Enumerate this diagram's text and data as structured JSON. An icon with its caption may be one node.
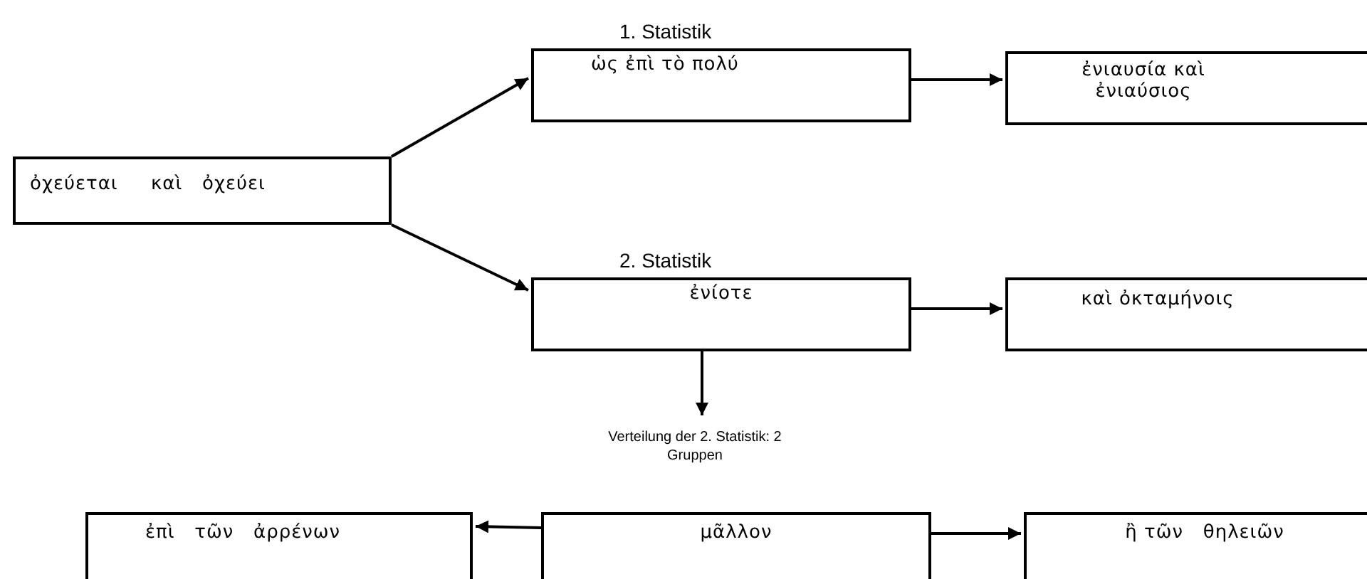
{
  "diagram": {
    "nodes": [
      {
        "text": [
          "ὀχεύεται     καὶ   ὀχεύει"
        ]
      },
      {
        "text": [
          "1. Statistik",
          "ὡς ἐπὶ τὸ πολύ"
        ]
      },
      {
        "text": [
          "ἐνιαυσία καὶ ἐνιαύσιος"
        ]
      },
      {
        "text": [
          "2. Statistik",
          "ἐνίοτε"
        ]
      },
      {
        "text": [
          "καὶ ὀκταμήνοις"
        ]
      },
      {
        "text": [
          "Verteilung der 2. Statistik:  2 Gruppen"
        ]
      },
      {
        "text": [
          "ἐπὶ   τῶν   ἀρρένων"
        ]
      },
      {
        "text": [
          "μᾶλλον"
        ]
      },
      {
        "text": [
          "ἢ τῶν   θηλειῶν"
        ]
      }
    ],
    "edges": [
      {
        "from": 0,
        "to": 1,
        "arrow": "to"
      },
      {
        "from": 0,
        "to": 3,
        "arrow": "to"
      },
      {
        "from": 1,
        "to": 2,
        "arrow": "to"
      },
      {
        "from": 3,
        "to": 4,
        "arrow": "to"
      },
      {
        "from": 3,
        "to": 5,
        "arrow": "to"
      },
      {
        "from": 7,
        "to": 6,
        "arrow": "to"
      },
      {
        "from": 7,
        "to": 8,
        "arrow": "to"
      }
    ]
  }
}
